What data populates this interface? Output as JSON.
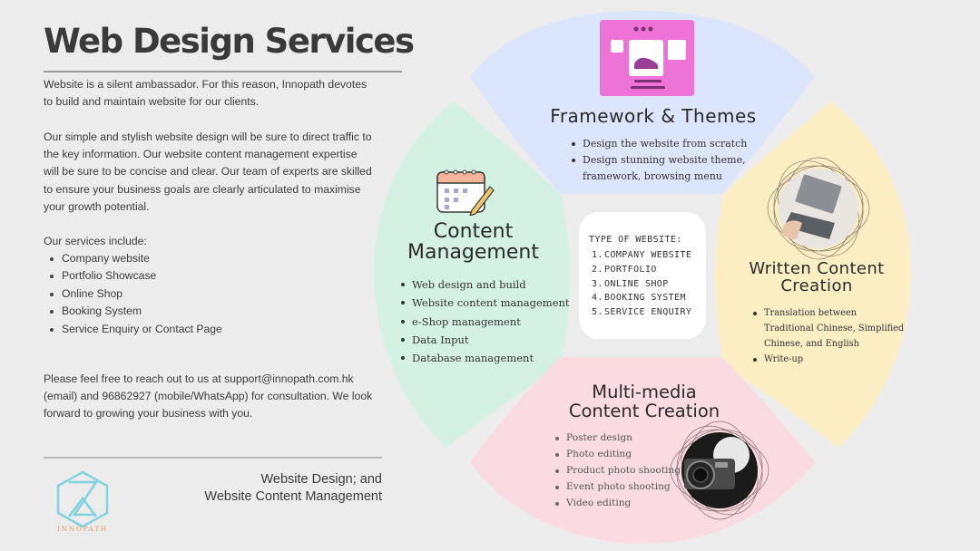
{
  "title": "Web Design Services",
  "intro": {
    "para1": "Website is a silent ambassador. For this reason, Innopath devotes to build and maintain website for our clients.",
    "para2": "Our simple and stylish website design will be sure to direct traffic to the key information. Our website content management expertise will be sure to be concise and clear. Our team of experts are skilled to ensure your business goals are clearly articulated to maximise your growth potential.",
    "services_heading": "Our services include:",
    "services": [
      "Company website",
      "Portfolio Showcase",
      "Online Shop",
      "Booking System",
      "Service Enquiry or Contact Page"
    ],
    "contact": "Please feel free to reach out to us at support@innopath.com.hk (email) and 96862927 (mobile/WhatsApp) for consultation. We look forward to growing your business with you."
  },
  "footer": {
    "line1": "Website Design; and",
    "line2": "Website Content Management",
    "logo_text": "INNOPATH"
  },
  "framework": {
    "title": "Framework & Themes",
    "items": [
      "Design the website from scratch",
      "Design stunning website theme, framework, browsing menu"
    ]
  },
  "content_management": {
    "title_line1": "Content",
    "title_line2": "Management",
    "items": [
      "Web design and build",
      "Website content management",
      "e-Shop management",
      "Data Input",
      "Database management"
    ]
  },
  "type_of_website": {
    "title": "TYPE OF WEBSITE:",
    "items": [
      {
        "num": "1.",
        "label": "COMPANY WEBSITE"
      },
      {
        "num": "2.",
        "label": "PORTFOLIO"
      },
      {
        "num": "3.",
        "label": "ONLINE SHOP"
      },
      {
        "num": "4.",
        "label": "BOOKING SYSTEM"
      },
      {
        "num": "5.",
        "label": "SERVICE ENQUIRY"
      }
    ]
  },
  "written_content": {
    "title_line1": "Written Content",
    "title_line2": "Creation",
    "items": [
      "Translation between Traditional Chinese, Simplified Chinese, and English",
      "Write-up"
    ]
  },
  "multimedia": {
    "title_line1": "Multi-media",
    "title_line2": "Content Creation",
    "items": [
      "Poster design",
      "Photo editing",
      "Product photo shooting",
      "Event photo shooting",
      "Video editing"
    ]
  },
  "colors": {
    "background": "#ececec",
    "petal_blue": "#dbe5fb",
    "petal_green": "#d3f2e3",
    "petal_yellow": "#fbeec3",
    "petal_pink": "#fbdbe2",
    "accent_magenta": "#ee73d6",
    "logo_teal": "#7fd3de",
    "logo_gold": "#d9a06b"
  },
  "icons": [
    "web-page-icon",
    "calendar-pencil-icon",
    "laptop-photo",
    "camera-photo",
    "innopath-logo"
  ]
}
